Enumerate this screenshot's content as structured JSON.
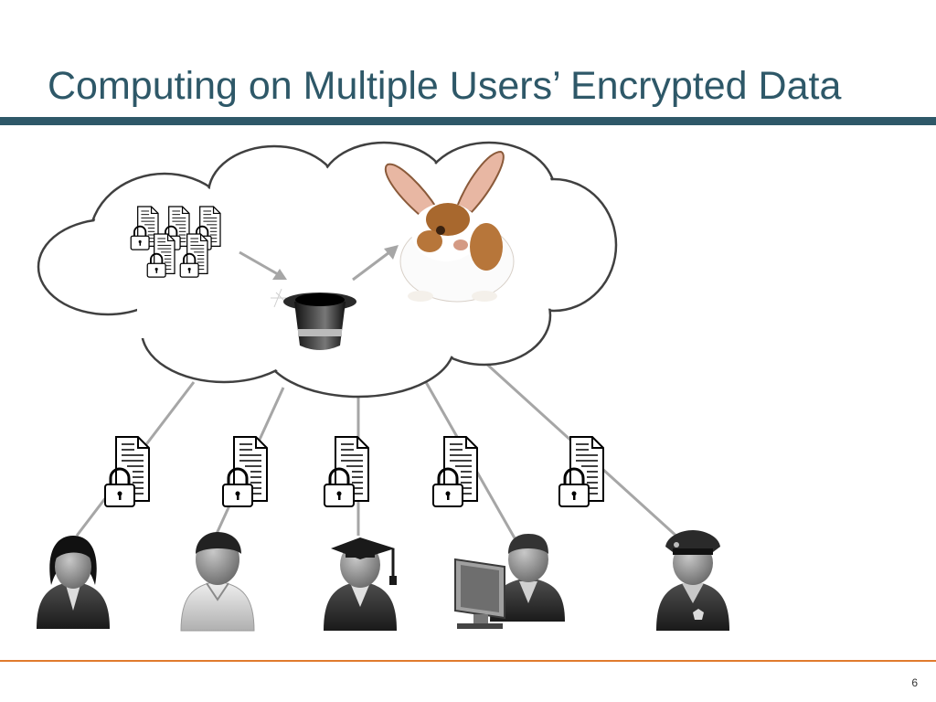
{
  "slide": {
    "title": "Computing on Multiple Users’ Encrypted Data",
    "page_number": "6"
  },
  "colors": {
    "title": "#2e5868",
    "title_rule": "#2e5868",
    "footer_rule": "#e07b2e",
    "connector": "#a6a6a6",
    "cloud_stroke": "#404040"
  },
  "diagram": {
    "cloud_contents": [
      "encrypted-document-stack",
      "magic-top-hat",
      "rabbit"
    ],
    "users": [
      "woman-user",
      "man-user",
      "graduate-user",
      "computer-user",
      "police-officer-user"
    ],
    "user_documents": [
      "encrypted-document",
      "encrypted-document",
      "encrypted-document",
      "encrypted-document",
      "encrypted-document"
    ]
  }
}
